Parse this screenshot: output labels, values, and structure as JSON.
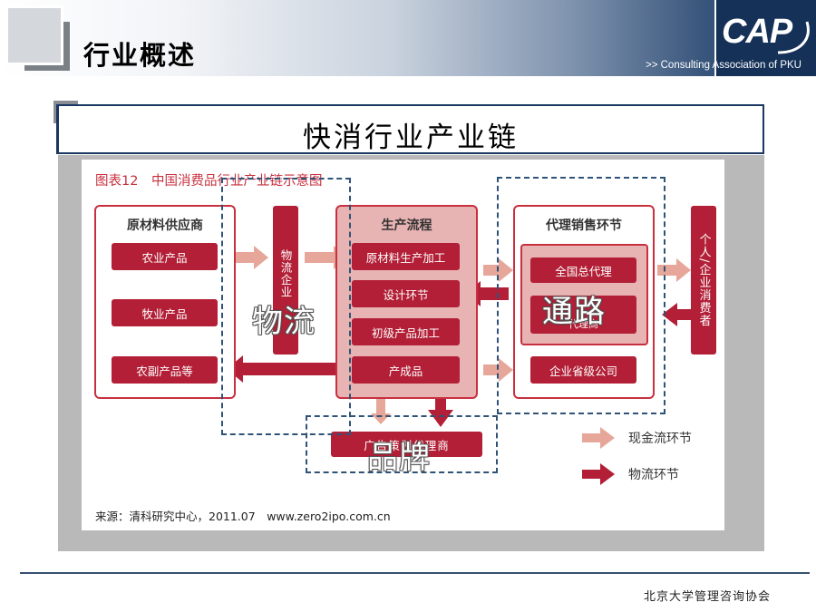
{
  "header": {
    "section_title": "行业概述",
    "logo_text": "CAP",
    "logo_subtitle": ">> Consulting Association of PKU"
  },
  "slide": {
    "title": "快消行业产业链"
  },
  "figure": {
    "caption": "图表12　中国消费品行业产业链示意图",
    "source": "来源：清科研究中心，2011.07　www.zero2ipo.com.cn",
    "groups": {
      "raw": {
        "title": "原材料供应商",
        "items": [
          "农业产品",
          "牧业产品",
          "农副产品等"
        ]
      },
      "logistics": {
        "label": "物流企业"
      },
      "production": {
        "title": "生产流程",
        "items": [
          "原材料生产加工",
          "设计环节",
          "初级产品加工",
          "产成品"
        ]
      },
      "sales": {
        "title": "代理销售环节",
        "items": [
          "全国总代理",
          "代理商",
          "企业省级公司"
        ]
      },
      "consumer": {
        "label": "个人/企业消费者"
      },
      "ad_agency": {
        "label": "广告策划代理商"
      }
    },
    "legend": [
      {
        "label": "现金流环节",
        "color": "#e6a79a"
      },
      {
        "label": "物流环节",
        "color": "#b21f36"
      }
    ],
    "overlays": [
      "物流",
      "通路",
      "品牌"
    ]
  },
  "footer": {
    "org": "北京大学管理咨询协会"
  },
  "colors": {
    "brand_navy": "#153158",
    "accent_red": "#b21f36",
    "cash_flow_pink": "#e6a79a",
    "production_fill": "#e8b3b3"
  }
}
